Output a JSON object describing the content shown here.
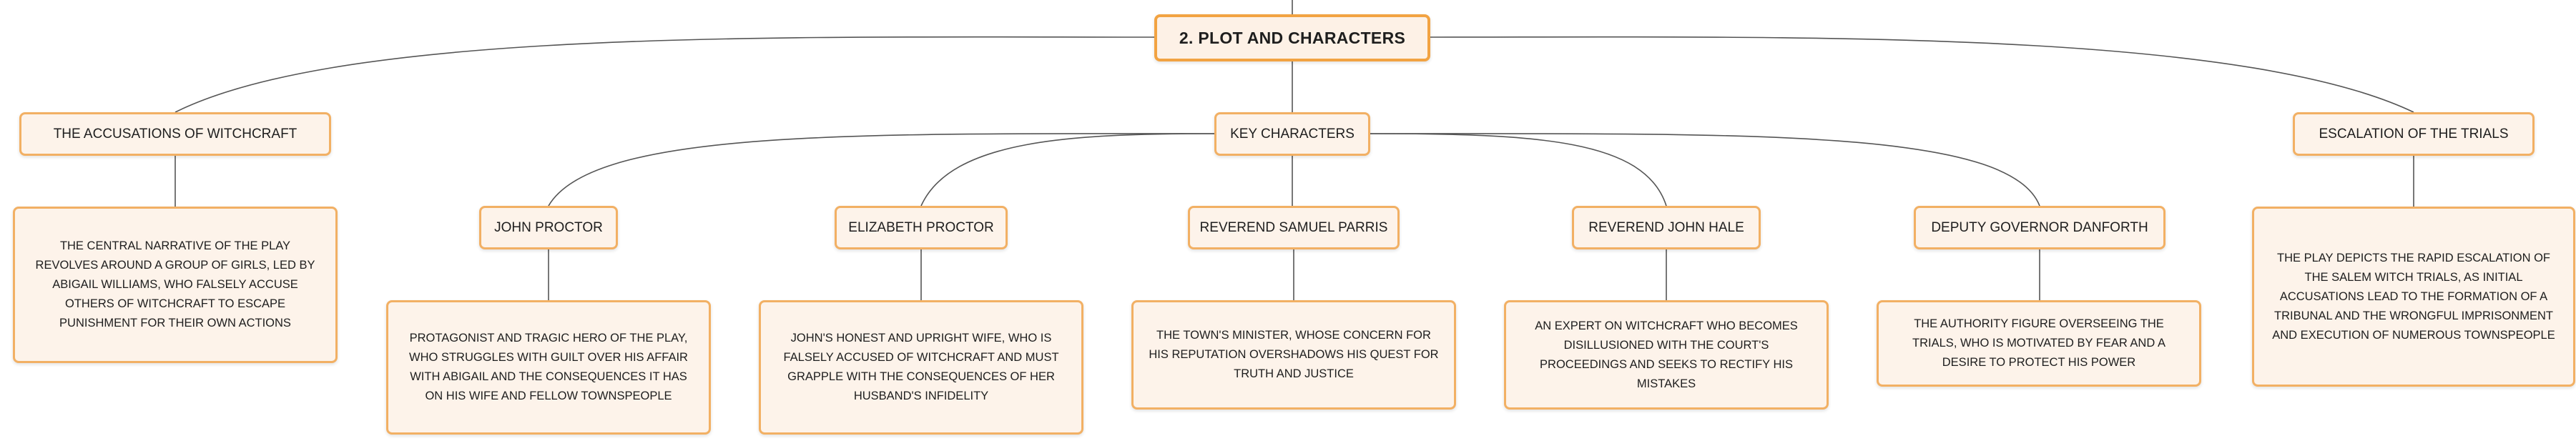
{
  "diagram": {
    "root": {
      "title": "2. PLOT AND CHARACTERS"
    },
    "branches": {
      "accusations": {
        "title": "THE ACCUSATIONS OF WITCHCRAFT",
        "description": "THE CENTRAL NARRATIVE OF THE PLAY REVOLVES AROUND A GROUP OF GIRLS, LED BY ABIGAIL WILLIAMS, WHO FALSELY ACCUSE OTHERS OF WITCHCRAFT TO ESCAPE PUNISHMENT FOR THEIR OWN ACTIONS"
      },
      "key_characters": {
        "title": "KEY CHARACTERS",
        "characters": [
          {
            "name": "JOHN PROCTOR",
            "description": "PROTAGONIST AND TRAGIC HERO OF THE PLAY, WHO STRUGGLES WITH GUILT OVER HIS AFFAIR WITH ABIGAIL AND THE CONSEQUENCES IT HAS ON HIS WIFE AND FELLOW TOWNSPEOPLE"
          },
          {
            "name": "ELIZABETH PROCTOR",
            "description": "JOHN'S HONEST AND UPRIGHT WIFE, WHO IS FALSELY ACCUSED OF WITCHCRAFT AND MUST GRAPPLE WITH THE CONSEQUENCES OF HER HUSBAND'S INFIDELITY"
          },
          {
            "name": "REVEREND SAMUEL PARRIS",
            "description": "THE TOWN'S MINISTER, WHOSE CONCERN FOR HIS REPUTATION OVERSHADOWS HIS QUEST FOR TRUTH AND JUSTICE"
          },
          {
            "name": "REVEREND JOHN HALE",
            "description": "AN EXPERT ON WITCHCRAFT WHO BECOMES DISILLUSIONED WITH THE COURT'S PROCEEDINGS AND SEEKS TO RECTIFY HIS MISTAKES"
          },
          {
            "name": "DEPUTY GOVERNOR DANFORTH",
            "description": "THE AUTHORITY FIGURE OVERSEEING THE TRIALS, WHO IS MOTIVATED BY FEAR AND A DESIRE TO PROTECT HIS POWER"
          }
        ]
      },
      "escalation": {
        "title": "ESCALATION OF THE TRIALS",
        "description": "THE PLAY DEPICTS THE RAPID ESCALATION OF THE SALEM WITCH TRIALS, AS INITIAL ACCUSATIONS LEAD TO THE FORMATION OF A TRIBUNAL AND THE WRONGFUL IMPRISONMENT AND EXECUTION OF NUMEROUS TOWNSPEOPLE"
      }
    },
    "colors": {
      "connector": "#555555",
      "node_border": "#f2a342",
      "node_fill": "#fdf1e6"
    }
  }
}
